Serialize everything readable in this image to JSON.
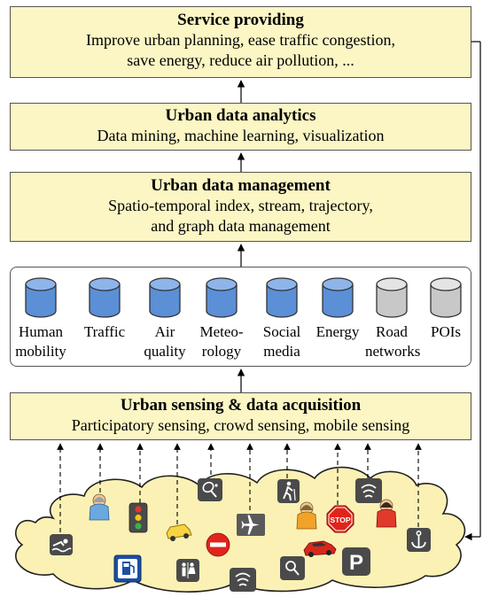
{
  "layers": {
    "service": {
      "title": "Service providing",
      "lines": [
        "Improve urban planning, ease traffic congestion,",
        "save energy, reduce air pollution, ..."
      ]
    },
    "analytics": {
      "title": "Urban data analytics",
      "lines": [
        "Data mining, machine learning, visualization"
      ]
    },
    "management": {
      "title": "Urban data management",
      "lines": [
        "Spatio-temporal index, stream, trajectory,",
        "and graph data management"
      ]
    },
    "sensing": {
      "title": "Urban sensing & data acquisition",
      "lines": [
        "Participatory sensing, crowd sensing, mobile sensing"
      ]
    }
  },
  "datasets": [
    {
      "label1": "Human",
      "label2": "mobility",
      "color": "blue"
    },
    {
      "label1": "Traffic",
      "label2": "",
      "color": "blue"
    },
    {
      "label1": "Air",
      "label2": "quality",
      "color": "blue"
    },
    {
      "label1": "Meteo-",
      "label2": "rology",
      "color": "blue"
    },
    {
      "label1": "Social",
      "label2": "media",
      "color": "blue"
    },
    {
      "label1": "Energy",
      "label2": "",
      "color": "blue"
    },
    {
      "label1": "Road",
      "label2": "networks",
      "color": "gray"
    },
    {
      "label1": "POIs",
      "label2": "",
      "color": "gray"
    }
  ],
  "colors": {
    "layer_fill": "#fbf6c4",
    "cloud_fill": "#fbf1b4",
    "db_blue": "#5b8fd6",
    "db_gray": "#c8c8c8"
  },
  "icons": [
    "swimmer-icon",
    "person-icon",
    "traffic-light-icon",
    "taxi-icon",
    "no-entry-icon",
    "gas-station-icon",
    "restroom-icon",
    "tennis-icon",
    "airport-icon",
    "wifi-icon",
    "hiker-icon",
    "person-icon",
    "map-pin-icon",
    "stop-sign-icon",
    "red-car-icon",
    "signal-icon",
    "person-icon",
    "parking-icon",
    "anchor-icon"
  ]
}
